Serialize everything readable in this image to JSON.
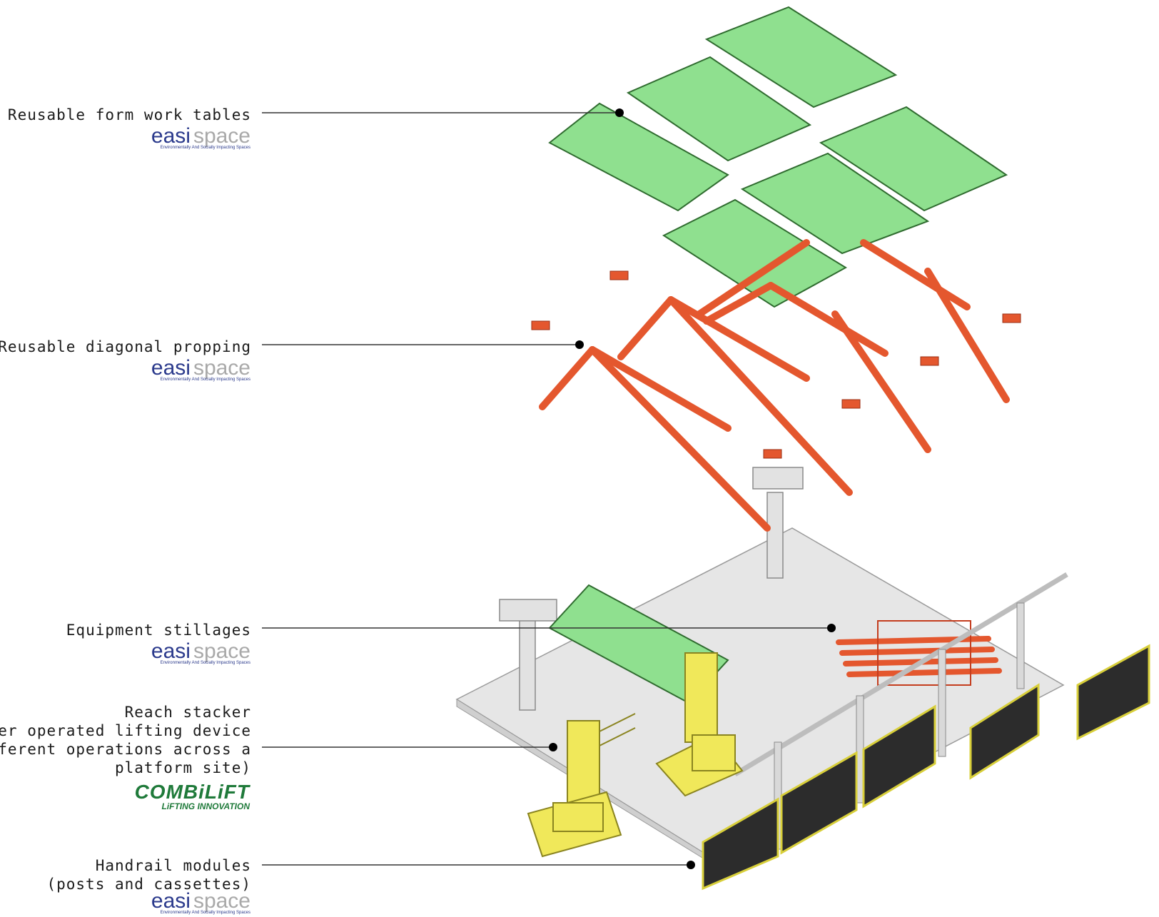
{
  "labels": {
    "formwork": "Reusable form work tables",
    "propping": "Reusable diagonal propping",
    "stillages": "Equipment stillages",
    "stacker_line1": "Reach stacker",
    "stacker_line2": "ker operated lifting device",
    "stacker_line3": "fferent operations across a",
    "stacker_line4": "platform site)",
    "handrail_line1": "Handrail modules",
    "handrail_line2": "(posts and cassettes)"
  },
  "logos": {
    "easi_word1": "easi",
    "easi_word2": "space",
    "easi_tagline": "Environmentally And Socially Impacting Spaces",
    "combi_word1": "COMBiLiFT",
    "combi_word2": "LiFTING INNOVATION"
  },
  "colors": {
    "table_green": "#8fe08f",
    "prop_orange": "#e4572e",
    "stacker_yellow": "#f0e85a",
    "platform_grey": "#e6e6e6",
    "leader_line": "#333333"
  }
}
